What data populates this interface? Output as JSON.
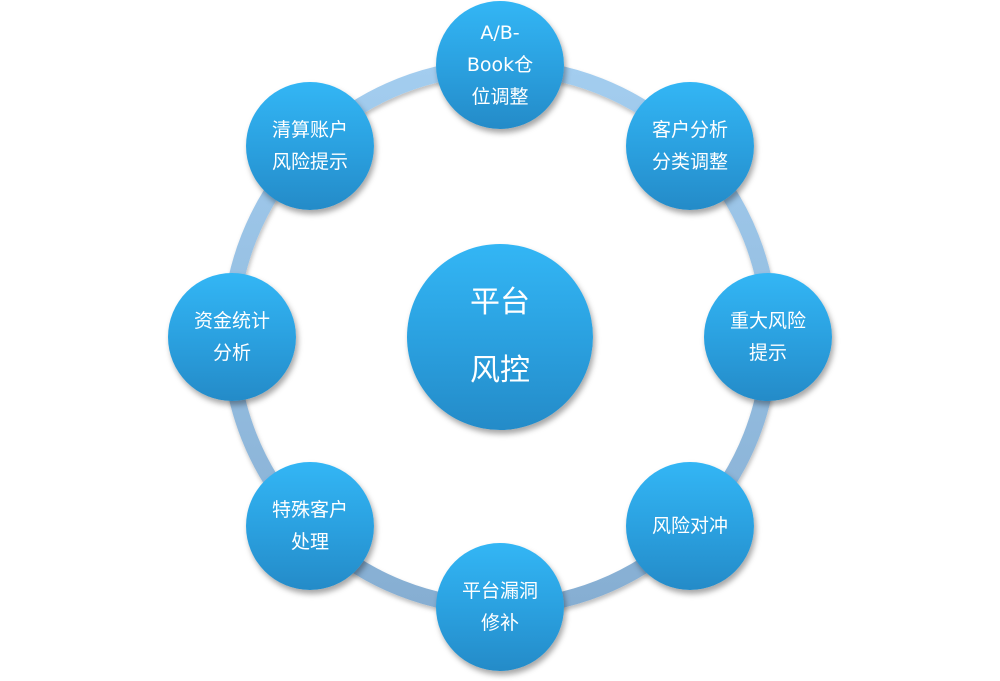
{
  "diagram": {
    "title": "平台风控",
    "center": {
      "lines": [
        "平台",
        "风控"
      ]
    },
    "ring_color_top": "#a3cdef",
    "ring_color_bottom": "#86aed2",
    "node_color": "#2a9fde",
    "nodes": [
      {
        "id": "ab-book",
        "lines": [
          "A/B-",
          "Book仓",
          "位调整"
        ]
      },
      {
        "id": "customer-classification",
        "lines": [
          "客户分析",
          "分类调整"
        ]
      },
      {
        "id": "major-risk-alert",
        "lines": [
          "重大风险",
          "提示"
        ]
      },
      {
        "id": "risk-hedging",
        "lines": [
          "风险对冲"
        ]
      },
      {
        "id": "platform-loophole-fix",
        "lines": [
          "平台漏洞",
          "修补"
        ]
      },
      {
        "id": "special-customer-handling",
        "lines": [
          "特殊客户",
          "处理"
        ]
      },
      {
        "id": "fund-statistics",
        "lines": [
          "资金统计",
          "分析"
        ]
      },
      {
        "id": "clearing-account-risk-alert",
        "lines": [
          "清算账户",
          "风险提示"
        ]
      }
    ]
  }
}
